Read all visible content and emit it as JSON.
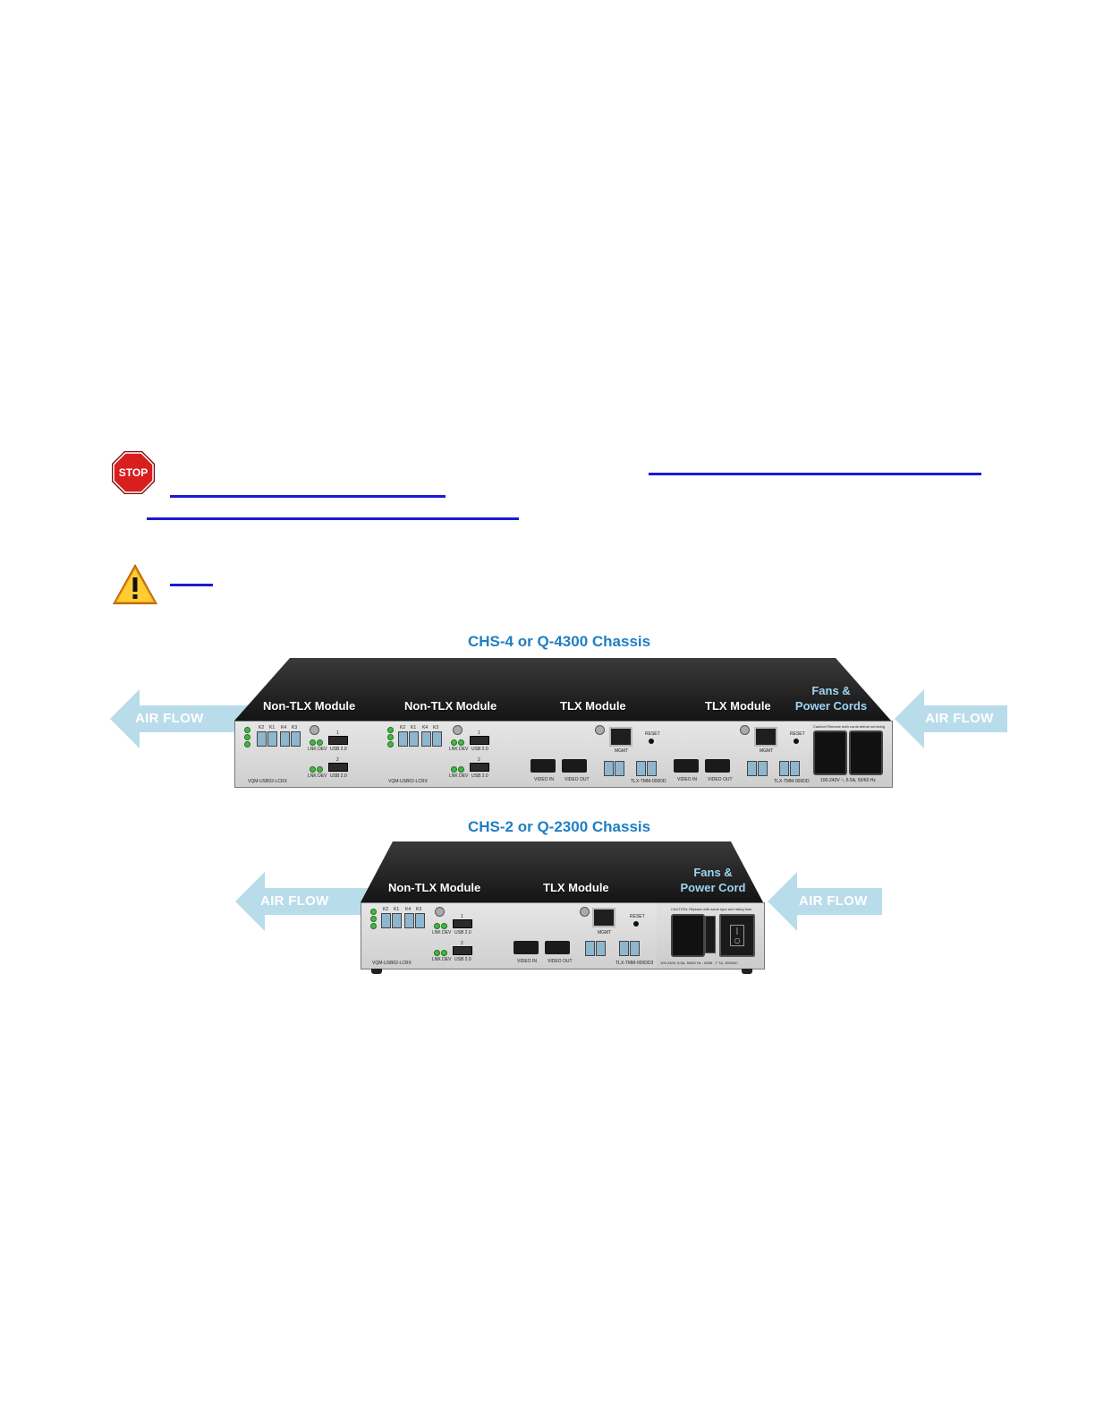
{
  "icons": {
    "stop": "stop-sign-icon",
    "warning": "warning-triangle-icon"
  },
  "stop_sign_text": "STOP",
  "chassis_4": {
    "title": "CHS-4 or Q-4300 Chassis",
    "modules": [
      "Non-TLX Module",
      "Non-TLX Module",
      "TLX Module",
      "TLX Module"
    ],
    "fans_line1": "Fans &",
    "fans_line2": "Power Cords",
    "airflow_left": "AIR FLOW",
    "airflow_right": "AIR FLOW",
    "port_labels": {
      "sfp": [
        "K2",
        "K1",
        "K4",
        "K3"
      ],
      "link_dev": "LNK DEV",
      "usb20": "USB 2.0",
      "usb_1": "1",
      "usb_2": "2",
      "video_in": "VIDEO IN",
      "video_out": "VIDEO OUT",
      "mgmt": "MGMT",
      "reset": "RESET",
      "nontlx_model": "VQM-USB02-LCRX",
      "tlx_model": "TLX-TMM-000DD3",
      "power_rating": "100-240V ~, 6.5A, 50/60 Hz",
      "caution": "Caution! Remove both cords before servicing"
    }
  },
  "chassis_2": {
    "title": "CHS-2 or Q-2300 Chassis",
    "modules": [
      "Non-TLX Module",
      "TLX Module"
    ],
    "fans_line1": "Fans &",
    "fans_line2": "Power Cord",
    "airflow_left": "AIR FLOW",
    "airflow_right": "AIR FLOW",
    "port_labels": {
      "sfp": [
        "K2",
        "K1",
        "K4",
        "K3"
      ],
      "link_dev": "LNK DEV",
      "usb20": "USB 2.0",
      "usb_1": "1",
      "usb_2": "2",
      "video_in": "VIDEO IN",
      "video_out": "VIDEO OUT",
      "mgmt": "MGMT",
      "reset": "RESET",
      "nontlx_model": "VQM-USB02-LCRX",
      "tlx_model": "TLX-TMM-000DD3",
      "power_rating": "100-240V, 6.5A, 50/60 Hz - 8055 - T 7A, 250VAC",
      "caution": "CAUTION: Replace with same type and rating fuse"
    }
  }
}
